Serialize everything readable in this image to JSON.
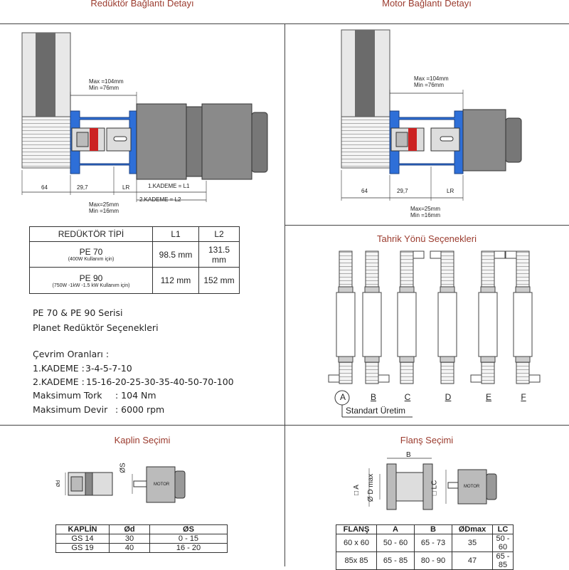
{
  "titles": {
    "reducer": "Redüktör  Bağlantı Detayı",
    "motor": "Motor Bağlantı Detayı",
    "direction": "Tahrik Yönü Seçenekleri",
    "coupling": "Kaplin Seçimi",
    "flange": "Flanş Seçimi"
  },
  "dims": {
    "max104": "Max  =104mm",
    "min76": "Min =76mm",
    "d64": "64",
    "d297": "29,7",
    "lr": "LR",
    "max25": "Max=25mm",
    "min16": "Min =16mm",
    "kademe1": "1.KADEME = L1",
    "kademe2": "2.KADEME = L2"
  },
  "reducer_table": {
    "header": [
      "REDÜKTÖR TİPİ",
      "L1",
      "L2"
    ],
    "rows": [
      {
        "name": "PE 70",
        "note": "(400W Kullanım için)",
        "l1": "98.5 mm",
        "l2": "131.5 mm"
      },
      {
        "name": "PE 90",
        "note": "(750W -1kW -1.5 kW Kullanım için)",
        "l1": "112 mm",
        "l2": "152 mm"
      }
    ]
  },
  "info": {
    "series1": "PE 70 & PE 90 Serisi",
    "series2": "Planet Redüktör Seçenekleri",
    "ratios_title": "Çevrim Oranları :",
    "k1_label": "1.KADEME :",
    "k1_values": "3-4-5-7-10",
    "k2_label": "2.KADEME :",
    "k2_values": "15-16-20-25-30-35-40-50-70-100",
    "torque_label": "Maksimum Tork",
    "torque_value": ": 104 Nm",
    "speed_label": "Maksimum Devir",
    "speed_value": ": 6000 rpm"
  },
  "directions": {
    "labels": [
      "A",
      "B",
      "C",
      "D",
      "E",
      "F"
    ],
    "standard": "Standart Üretim"
  },
  "coupling": {
    "od": "Ød",
    "os": "ØS",
    "motor": "MOTOR",
    "table": {
      "header": [
        "KAPLİN",
        "Ød",
        "ØS"
      ],
      "rows": [
        [
          "GS 14",
          "30",
          "0 - 15"
        ],
        [
          "GS 19",
          "40",
          "16 - 20"
        ]
      ]
    }
  },
  "flange": {
    "b": "B",
    "a": "□ A",
    "dmax": "Ø D max",
    "lc": "□ LC",
    "motor": "MOTOR",
    "table": {
      "header": [
        "FLANŞ",
        "A",
        "B",
        "ØDmax",
        "LC"
      ],
      "rows": [
        [
          "60 x 60",
          "50 - 60",
          "65 - 73",
          "35",
          "50 - 60"
        ],
        [
          "85x 85",
          "65 - 85",
          "80 - 90",
          "47",
          "65 - 85"
        ]
      ]
    }
  },
  "colors": {
    "title": "#9b3b2e",
    "flange_blue": "#2e6fd8",
    "motor_gray": "#8a8a8a",
    "coupling_red": "#cc2222"
  }
}
